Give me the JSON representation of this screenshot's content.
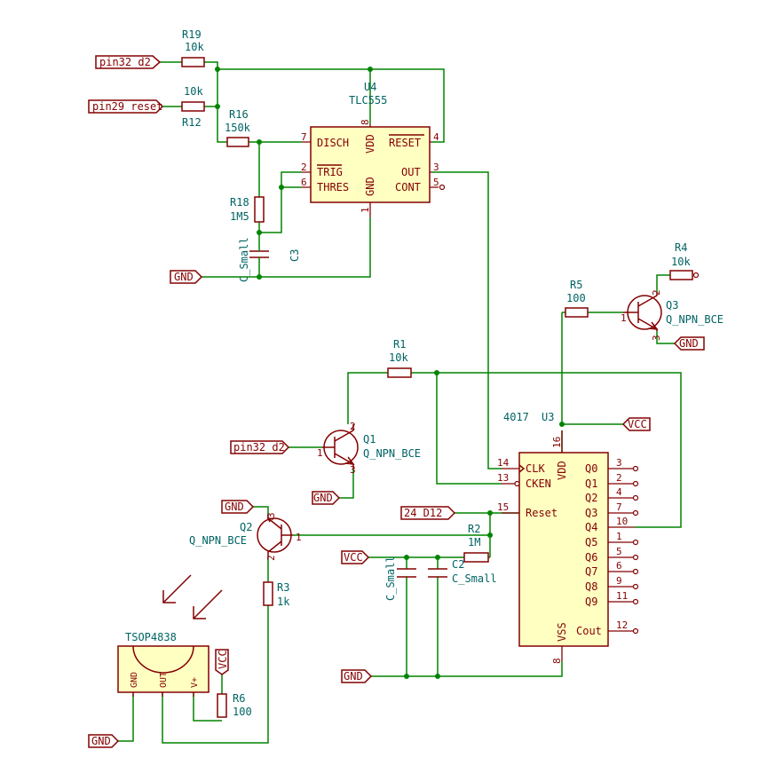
{
  "labels": {
    "pin32_d2_top": "pin32_d2",
    "pin29_reset": "pin29_reset",
    "gnd_555": "GND",
    "pin32_d2_q1": "pin32_d2",
    "gnd_q1": "GND",
    "gnd_q2": "GND",
    "d12": "24_D12",
    "vcc_caps": "VCC",
    "gnd_caps": "GND",
    "gnd_tsop": "GND",
    "vcc_tsop": "VCC",
    "vcc_4017": "VCC",
    "gnd_q3": "GND"
  },
  "components": {
    "r19": {
      "ref": "R19",
      "value": "10k"
    },
    "r12": {
      "ref": "R12",
      "value": "10k"
    },
    "r16": {
      "ref": "R16",
      "value": "150k"
    },
    "r18": {
      "ref": "R18",
      "value": "1M5"
    },
    "c3": {
      "ref": "C3",
      "value": "C_Small"
    },
    "u4": {
      "ref": "U4",
      "value": "TLC555"
    },
    "r1": {
      "ref": "R1",
      "value": "10k"
    },
    "q1": {
      "ref": "Q1",
      "value": "Q_NPN_BCE"
    },
    "q2": {
      "ref": "Q2",
      "value": "Q_NPN_BCE"
    },
    "r3": {
      "ref": "R3",
      "value": "1k"
    },
    "r2": {
      "ref": "R2",
      "value": "1M"
    },
    "c1": {
      "value": "C_Small"
    },
    "c2": {
      "ref": "C2",
      "value": "C_Small"
    },
    "u3": {
      "ref": "U3",
      "value": "4017"
    },
    "r5": {
      "ref": "R5",
      "value": "100"
    },
    "r4": {
      "ref": "R4",
      "value": "10k"
    },
    "q3": {
      "ref": "Q3",
      "value": "Q_NPN_BCE"
    },
    "r6": {
      "ref": "R6",
      "value": "100"
    },
    "tsop": {
      "value": "TSOP4838"
    }
  },
  "ic555": {
    "pins": {
      "disch": "DISCH",
      "trig": "TRIG",
      "thres": "THRES",
      "vdd": "VDD",
      "gnd": "GND",
      "reset": "RESET",
      "out": "OUT",
      "cont": "CONT"
    },
    "pin_numbers": {
      "disch": "7",
      "trig": "2",
      "thres": "6",
      "vdd": "8",
      "gnd": "1",
      "reset": "4",
      "out": "3",
      "cont": "5"
    }
  },
  "ic4017": {
    "left_pins": [
      {
        "name": "CLK",
        "num": "14"
      },
      {
        "name": "CKEN",
        "num": "13"
      },
      {
        "name": "Reset",
        "num": "15"
      }
    ],
    "vdd": {
      "name": "VDD",
      "num": "16"
    },
    "vss": {
      "name": "VSS",
      "num": "8"
    },
    "outputs": [
      {
        "name": "Q0",
        "num": "3"
      },
      {
        "name": "Q1",
        "num": "2"
      },
      {
        "name": "Q2",
        "num": "4"
      },
      {
        "name": "Q3",
        "num": "7"
      },
      {
        "name": "Q4",
        "num": "10"
      },
      {
        "name": "Q5",
        "num": "1"
      },
      {
        "name": "Q6",
        "num": "5"
      },
      {
        "name": "Q7",
        "num": "6"
      },
      {
        "name": "Q8",
        "num": "9"
      },
      {
        "name": "Q9",
        "num": "11"
      },
      {
        "name": "Cout",
        "num": "12"
      }
    ]
  },
  "tsop_pins": {
    "gnd": "GND",
    "out": "OUT",
    "vplus": "V+"
  },
  "transistor_pins": {
    "q1": {
      "b": "1",
      "c": "2",
      "e": "3"
    },
    "q2": {
      "b": "1",
      "c": "2",
      "e": "3"
    },
    "q3": {
      "b": "1",
      "c": "2",
      "e": "3"
    }
  },
  "colors": {
    "wire": "#008400",
    "part": "#840000",
    "body_fill": "#ffffc2",
    "ref_text": "#006464"
  }
}
